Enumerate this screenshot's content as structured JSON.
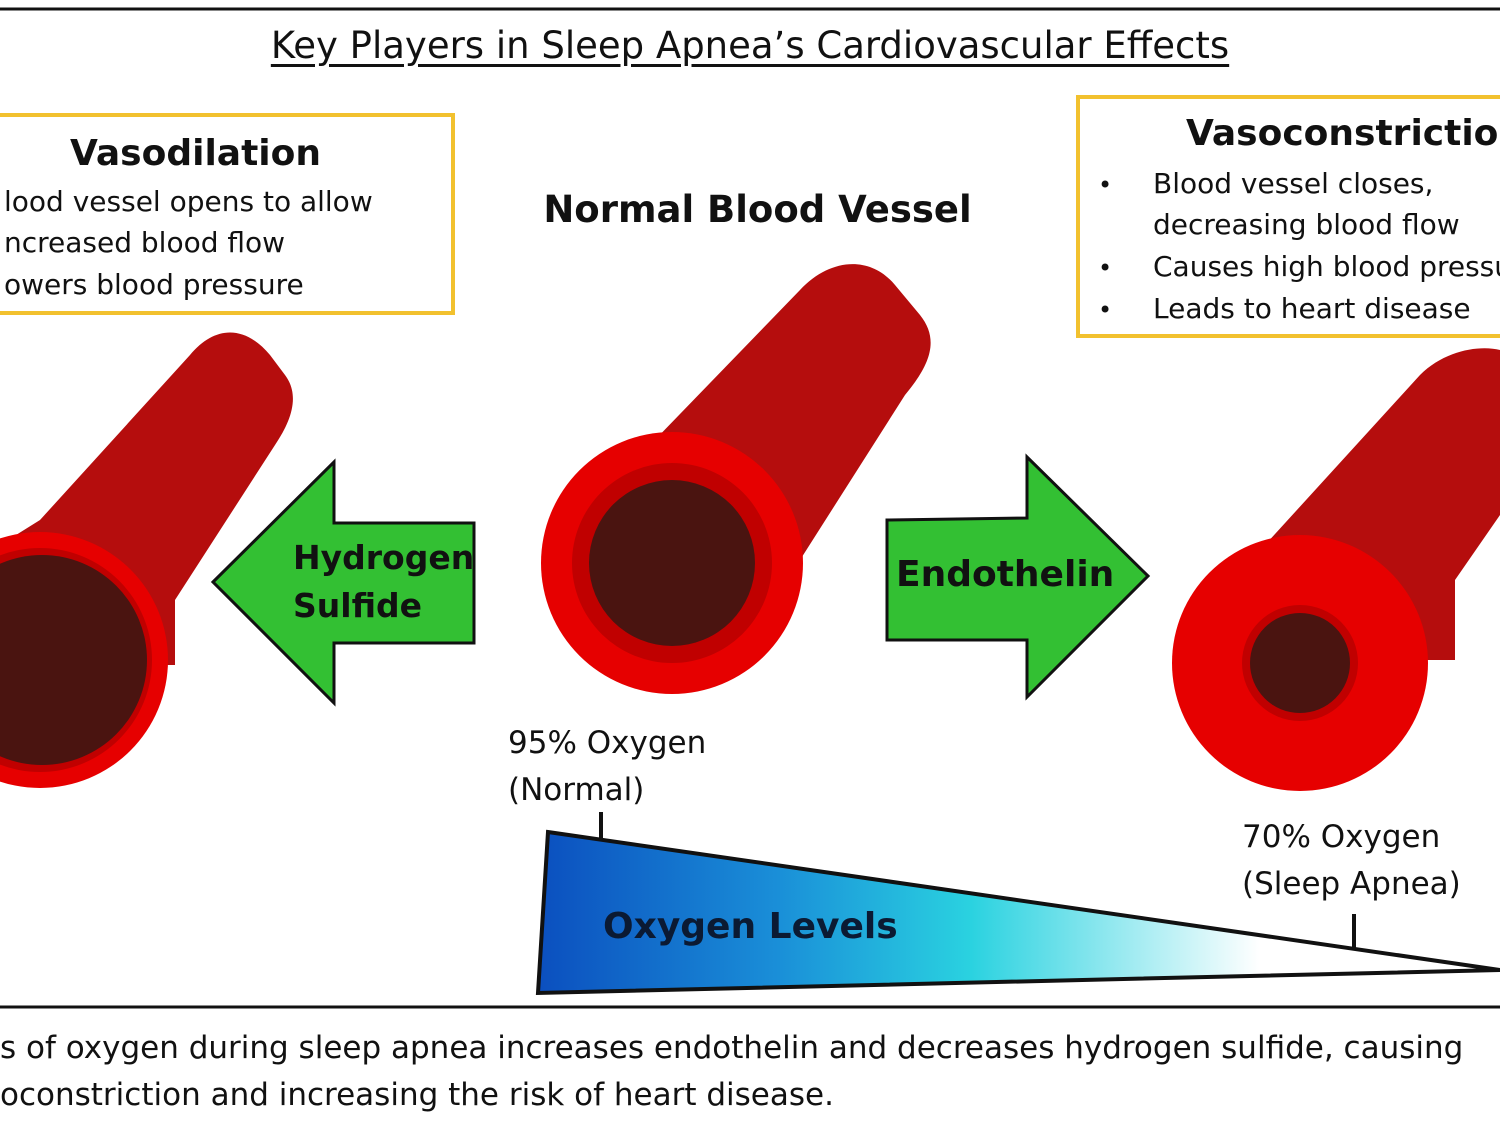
{
  "title": "Key Players in Sleep Apnea’s Cardiovascular Effects",
  "vasodilation": {
    "heading": "Vasodilation",
    "lines": [
      "lood vessel opens to allow",
      "ncreased blood flow",
      "owers blood pressure"
    ]
  },
  "normal_vessel": {
    "heading": "Normal Blood Vessel"
  },
  "vasoconstriction": {
    "heading": "Vasoconstriction",
    "lines": [
      "Blood vessel closes,",
      "decreasing blood flow",
      "Causes high blood pressu",
      "Leads to heart disease"
    ]
  },
  "arrows": {
    "left": {
      "line1": "Hydrogen",
      "line2": "Sulfide"
    },
    "right": {
      "label": "Endothelin"
    }
  },
  "oxygen": {
    "normal_line1": "95% Oxygen",
    "normal_line2": "(Normal)",
    "apnea_line1": "70% Oxygen",
    "apnea_line2": "(Sleep Apnea)",
    "wedge_label": "Oxygen Levels"
  },
  "caption": {
    "line1": "s of oxygen during sleep apnea increases endothelin and decreases hydrogen sulfide, causing",
    "line2": "oconstriction and increasing the risk of heart disease."
  },
  "colors": {
    "vessel_red": "#e60000",
    "vessel_dark_red": "#c00000",
    "vessel_tube": "#b50d0d",
    "lumen": "#4a1410",
    "arrow_green": "#33c033",
    "box_border": "#f2c12e",
    "gradient_dark_blue": "#0b53c0",
    "gradient_cyan": "#2ad2e0"
  }
}
